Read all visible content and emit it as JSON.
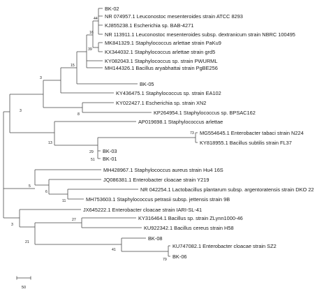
{
  "leaves": [
    "BK-02",
    "NR 074957.1 Leuconostoc mesenteroides strain ATCC 8293",
    "KJ855238.1 Escherichia sp. BAB-4271",
    "NR 113911.1 Leuconostoc mesenteroides subsp. dextranicum strain NBRC 100495",
    "MK841329.1 Staphylococcus arlettae strain PaKu9",
    "KX344032.1 Staphylococcus arlettae strain grd5",
    "KY082043.1 Staphylococcus sp. strain PWURML",
    "MH144326.1 Bacillus aryabhattai strain PgBE256",
    "BK-05",
    "KY436475.1 Staphylococcus sp. strain EA102",
    "KY022427.1 Escherichia sp. strain XN2",
    "KP264954.1 Staphylococcus sp. BPSAC162",
    "AP019698.1 Staphylococcus arlettae",
    "MG554645.1 Enterobacter tabaci strain N224",
    "KY818955.1 Bacillus subtilis strain FL37",
    "BK-03",
    "BK-01",
    "MH428967.1 Staphylococcus aureus strain Hu4 16S",
    "JQ086381.1 Enterobacter cloacae strain Y219",
    "NR 042254.1 Lactobacillus plantarum subsp. argentoratensis strain DKO 22",
    "MH753603.1 Staphylococcus petrasii subsp. jettensis strain 9B",
    "JX645222.1 Enterobacter cloacae strain IARI-SL-41",
    "KY316464.1 Bacillus sp. strain ZLynn1000-46",
    "KU922342.1 Bacillus cereus strain H58",
    "BK-08",
    "KU747082.1 Enterobacter cloacae strain SZ2",
    "BK-06"
  ],
  "bootstrap": [
    "44",
    "16",
    "39",
    "15",
    "3",
    "8",
    "13",
    "73",
    "29",
    "51",
    "3",
    "5",
    "6",
    "11",
    "27",
    "21",
    "41",
    "79",
    "3"
  ],
  "scale_bar": {
    "label": "50"
  },
  "colors": {
    "branch": "#444444",
    "text": "#1a1a1a",
    "background": "#ffffff"
  }
}
